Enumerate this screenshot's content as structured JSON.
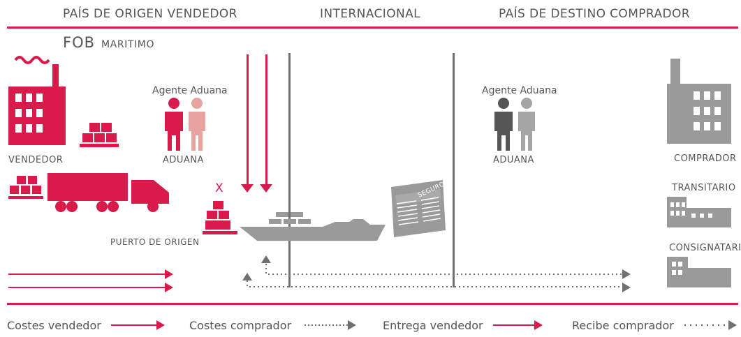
{
  "header": {
    "origin": "PAÍS DE ORIGEN VENDEDOR",
    "international": "INTERNACIONAL",
    "destination": "PAÍS DE DESTINO COMPRADOR"
  },
  "incoterm": {
    "code": "FOB",
    "mode": "MARITIMO"
  },
  "labels": {
    "seller": "VENDEDOR",
    "customs_agent_origin": "Agente Aduana",
    "customs_origin": "ADUANA",
    "customs_agent_destination": "Agente Aduana",
    "customs_destination": "ADUANA",
    "buyer": "COMPRADOR",
    "forwarder": "TRANSITARIO",
    "consignee": "CONSIGNATARIO",
    "port_origin": "PUERTO DE ORIGEN",
    "insurance": "SEGURO",
    "risk_mark": "X"
  },
  "legend": {
    "seller_costs": "Costes vendedor",
    "buyer_costs": "Costes comprador",
    "seller_delivers": "Entrega vendedor",
    "buyer_receives": "Recibe comprador"
  },
  "colors": {
    "seller": "#d81b4a",
    "seller_light": "#e9a39e",
    "buyer": "#9a9a9a",
    "buyer_dark": "#555555",
    "text": "#555555"
  }
}
